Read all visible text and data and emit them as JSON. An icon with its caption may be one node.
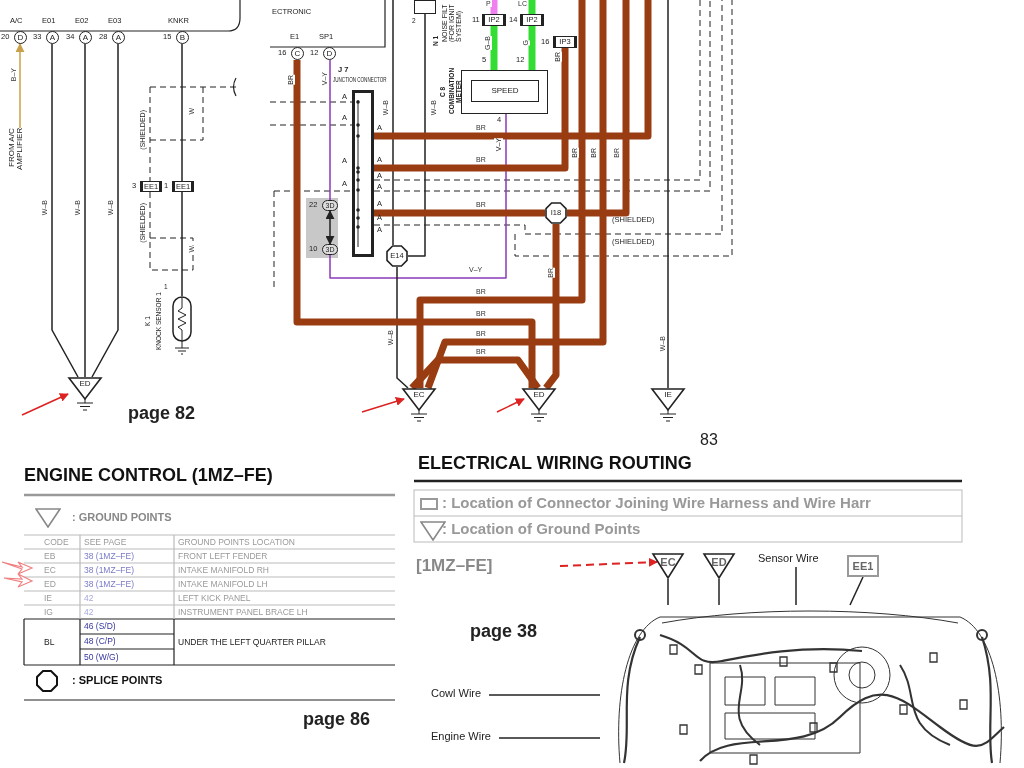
{
  "diagram": {
    "nodes": [
      {
        "text": [
          "D"
        ],
        "beside": [
          "20",
          "A/C"
        ]
      },
      {
        "text": [
          "A"
        ],
        "beside": [
          "33",
          "E01"
        ]
      },
      {
        "text": [
          "A"
        ],
        "beside": [
          "34",
          "E02"
        ]
      },
      {
        "text": [
          "A"
        ],
        "beside": [
          "28",
          "E03"
        ]
      },
      {
        "text": [
          "B"
        ],
        "beside": [
          "15",
          "KNKR"
        ]
      },
      {
        "text": [
          "FROM A/C AMPLIFIER"
        ]
      },
      {
        "text": [
          "ED"
        ]
      },
      {
        "text": [
          "EE1"
        ],
        "beside": [
          "3"
        ]
      },
      {
        "text": [
          "EE1"
        ],
        "beside": [
          "1"
        ]
      },
      {
        "text": [],
        "shape": "box",
        "beside": [
          "1",
          "K 1",
          "KNOCK SENSOR 1"
        ]
      },
      {
        "text": [
          "C"
        ],
        "beside": [
          "16",
          "E1"
        ]
      },
      {
        "text": [
          "D"
        ],
        "beside": [
          "12",
          "SP1"
        ]
      },
      {
        "text": [],
        "shape": "bar",
        "beside": [
          "J 7",
          "JUNCTION CONNECTOR",
          "A",
          "A",
          "A",
          "A",
          "A",
          "A",
          "A",
          "A",
          "A",
          "A",
          "A"
        ]
      },
      {
        "text": [
          "3D"
        ],
        "beside": [
          "22"
        ]
      },
      {
        "text": [
          "3D"
        ],
        "beside": [
          "10"
        ]
      },
      {
        "text": [
          "E14"
        ]
      },
      {
        "text": [],
        "shape": "box",
        "beside": [
          "N 1",
          "NOISE FILT (FOR IGNIT SYSTEM)",
          "2"
        ]
      },
      {
        "text": [
          "C 8",
          "COMBINATION METER"
        ]
      },
      {
        "text": [
          "SPEED"
        ],
        "in": 17
      },
      {
        "text": [
          "IP2"
        ],
        "beside": [
          "11"
        ]
      },
      {
        "text": [
          "IP2"
        ],
        "beside": [
          "14"
        ]
      },
      {
        "text": [
          "IP3"
        ],
        "beside": [
          "16"
        ]
      },
      {
        "text": [
          "I18"
        ]
      },
      {
        "text": [
          "EC"
        ]
      },
      {
        "text": [
          "ED"
        ]
      },
      {
        "text": [
          "IE"
        ]
      },
      {
        "text": [
          "EC"
        ]
      },
      {
        "text": [
          "ED"
        ]
      },
      {
        "text": [
          "Sensor Wire"
        ]
      },
      {
        "text": [
          "EE1"
        ]
      },
      {
        "text": [
          "Cowl Wire"
        ]
      },
      {
        "text": [
          "Engine Wire"
        ]
      },
      {
        "text": [],
        "shape": "picture"
      }
    ],
    "edges": [
      {
        "from": 5,
        "to": 0,
        "arrow": "to",
        "label": "B–Y",
        "color": "#c9a04a"
      },
      {
        "from": 1,
        "to": 6,
        "arrow": "none",
        "label": "W–B"
      },
      {
        "from": 2,
        "to": 6,
        "arrow": "none",
        "label": "W–B"
      },
      {
        "from": 3,
        "to": 6,
        "arrow": "none",
        "label": "W–B"
      },
      {
        "from": 4,
        "to": 8,
        "arrow": "none",
        "label": "W"
      },
      {
        "from": 8,
        "to": 9,
        "arrow": "none",
        "label": "W"
      },
      {
        "from": null,
        "to": 6,
        "arrow": "to",
        "color": "#dd2222"
      },
      {
        "from": 11,
        "to": 13,
        "arrow": "none",
        "label": "V–Y",
        "color": "#8a3ab9"
      },
      {
        "from": 13,
        "to": 14,
        "arrow": "both"
      },
      {
        "from": 14,
        "to": 17,
        "arrow": "none",
        "label": "V–Y",
        "color": "#8a3ab9"
      },
      {
        "from": null,
        "to": 15,
        "arrow": "none",
        "label": "W–B"
      },
      {
        "from": 16,
        "to": 15,
        "arrow": "none",
        "label": "W–B"
      },
      {
        "from": 15,
        "to": 23,
        "arrow": "none",
        "label": "W–B"
      },
      {
        "from": null,
        "to": 19,
        "arrow": "none",
        "label": "P",
        "color": "#f080f0",
        "style": "thick"
      },
      {
        "from": null,
        "to": 20,
        "arrow": "none",
        "label": "LC",
        "color": "#33dd33",
        "style": "thick"
      },
      {
        "from": 19,
        "to": 17,
        "arrow": "none",
        "label": "G–B",
        "color": "#33dd33",
        "style": "thick"
      },
      {
        "from": 20,
        "to": 17,
        "arrow": "none",
        "label": "G",
        "color": "#33dd33",
        "style": "thick"
      },
      {
        "from": 21,
        "to": 12,
        "arrow": "none",
        "label": "BR",
        "color": "#9a3c12",
        "style": "thick"
      },
      {
        "from": 12,
        "to": null,
        "arrow": "none",
        "label": "BR",
        "color": "#9a3c12",
        "style": "thick"
      },
      {
        "from": 12,
        "to": 22,
        "arrow": "none",
        "label": "BR",
        "color": "#9a3c12",
        "style": "thick"
      },
      {
        "from": null,
        "to": 22,
        "arrow": "none",
        "label": "BR",
        "color": "#9a3c12",
        "style": "thick"
      },
      {
        "from": 22,
        "to": 24,
        "arrow": "none",
        "label": "BR",
        "color": "#9a3c12",
        "style": "thick"
      },
      {
        "from": null,
        "to": 23,
        "arrow": "none",
        "label": "BR",
        "color": "#9a3c12",
        "style": "thick"
      },
      {
        "from": null,
        "to": 23,
        "arrow": "none",
        "label": "BR",
        "color": "#9a3c12",
        "style": "thick"
      },
      {
        "from": 10,
        "to": 24,
        "arrow": "none",
        "label": "BR",
        "color": "#9a3c12",
        "style": "thick"
      },
      {
        "from": 23,
        "to": 24,
        "arrow": "none",
        "label": "BR",
        "color": "#9a3c12",
        "style": "thick"
      },
      {
        "from": null,
        "to": 25,
        "arrow": "none",
        "label": "W–B"
      },
      {
        "from": null,
        "to": 23,
        "arrow": "to",
        "color": "#dd2222"
      },
      {
        "from": null,
        "to": 24,
        "arrow": "to",
        "color": "#dd2222"
      },
      {
        "from": null,
        "to": 26,
        "arrow": "to",
        "color": "#dd2222",
        "style": "dashed"
      },
      {
        "from": 26,
        "to": 32,
        "arrow": "none"
      },
      {
        "from": 27,
        "to": 32,
        "arrow": "none"
      },
      {
        "from": 28,
        "to": 32,
        "arrow": "none"
      },
      {
        "from": 29,
        "to": 32,
        "arrow": "none"
      },
      {
        "from": 30,
        "to": 32,
        "arrow": "none"
      },
      {
        "from": 31,
        "to": 32,
        "arrow": "none"
      }
    ],
    "labels": [
      "ECTRONIC",
      "(SHIELDED)",
      "(SHIELDED)",
      "BR",
      "BR",
      "5",
      "12",
      "4",
      "V–Y",
      "BR",
      "BR",
      "(SHIELDED)",
      "(SHIELDED)",
      "page 82",
      "83",
      "ENGINE CONTROL (1MZ–FE)",
      "CODE",
      "SEE PAGE",
      "GROUND POINTS LOCATION",
      "EB",
      "38 (1MZ–FE)",
      "FRONT LEFT FENDER",
      "EC",
      "38 (1MZ–FE)",
      "INTAKE MANIFOLD RH",
      "ED",
      "38 (1MZ–FE)",
      "INTAKE MANIFOLD LH",
      "IE",
      "42",
      "LEFT KICK PANEL",
      "IG",
      "42",
      "INSTRUMENT PANEL BRACE LH",
      "BL",
      "46 (S/D)",
      "48 (C/P)",
      "UNDER THE LEFT QUARTER PILLAR",
      "50 (W/G)",
      "page 86",
      "ELECTRICAL WIRING ROUTING",
      "[1MZ–FE]",
      "page 38"
    ],
    "legend": [
      {
        "text": ": GROUND POINTS"
      },
      {
        "text": ": SPLICE POINTS"
      },
      {
        "text": ": Location of Connector Joining Wire Harness and Wire Harr"
      },
      {
        "text": ": Location of Ground Points"
      }
    ]
  }
}
